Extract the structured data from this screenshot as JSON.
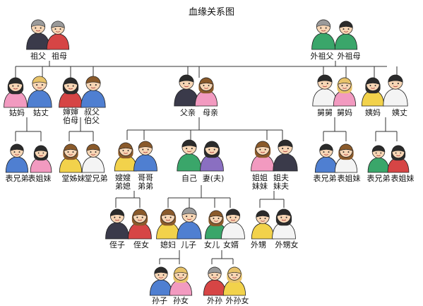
{
  "title": "血缘关系图",
  "colors": {
    "line": "#333333",
    "skin": "#f7d6b5",
    "hair_dark": "#2b2b2b",
    "hair_brown": "#8a5a2b",
    "hair_blond": "#e8c36a",
    "hair_gray": "#9a9a9a",
    "shirt_blue": "#4f7fd1",
    "shirt_green": "#3aa66a",
    "shirt_red": "#d64545",
    "shirt_pink": "#f29ac0",
    "shirt_yellow": "#f2d24b",
    "shirt_purple": "#8a6fc1",
    "shirt_white": "#f4f4f4",
    "shirt_dark": "#3a3a4a"
  },
  "labels": {
    "grandpa": "祖父",
    "grandma": "祖母",
    "maternal_grandpa": "外祖父",
    "maternal_grandma": "外祖母",
    "aunt_paternal": "姑妈",
    "aunt_paternal_husband": "姑丈",
    "uncle_wife_paternal": "婶婶\n伯母",
    "uncle_paternal": "叔父\n伯父",
    "father": "父亲",
    "mother": "母亲",
    "uncle_maternal": "舅舅",
    "uncle_maternal_wife": "舅妈",
    "aunt_maternal": "姨妈",
    "aunt_maternal_husband": "姨丈",
    "cousin_m_paternal": "表兄弟",
    "cousin_f_paternal": "表姐妹",
    "cousin_tang_f": "堂姊妹",
    "cousin_tang_m": "堂兄弟",
    "sister_in_law": "嫂嫂\n弟媳",
    "brother": "哥哥\n弟弟",
    "self": "自己",
    "spouse": "妻(夫)",
    "sister": "姐姐\n妹妹",
    "sister_husband": "姐夫\n妹夫",
    "cousin_m_maternal": "表兄弟",
    "cousin_f_maternal": "表姐妹",
    "cousin_m_maternal2": "表兄弟",
    "cousin_f_maternal2": "表姐妹",
    "nephew": "侄子",
    "niece": "侄女",
    "daughter_in_law": "媳妇",
    "son": "儿子",
    "daughter": "女儿",
    "son_in_law": "女婿",
    "sister_son": "外甥",
    "sister_daughter": "外甥女",
    "grandson": "孙子",
    "granddaughter": "孙女",
    "daughter_son": "外孙",
    "daughter_daughter": "外孙女"
  }
}
